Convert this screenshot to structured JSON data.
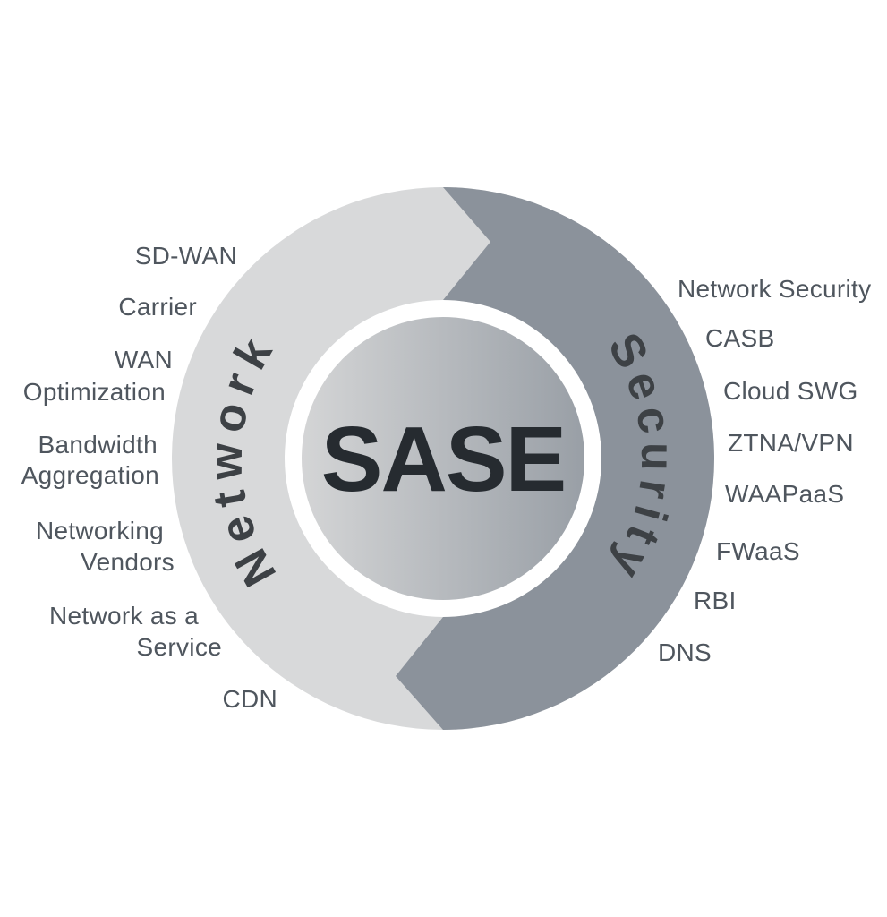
{
  "center": {
    "label": "SASE"
  },
  "ring": {
    "network_label": "Network",
    "security_label": "Security"
  },
  "network_items": [
    [
      "SD-WAN"
    ],
    [
      "Carrier"
    ],
    [
      "WAN",
      "Optimization"
    ],
    [
      "Bandwidth",
      "Aggregation"
    ],
    [
      "Networking",
      "Vendors"
    ],
    [
      "Network as a",
      "Service"
    ],
    [
      "CDN"
    ]
  ],
  "security_items": [
    "Network Security",
    "CASB",
    "Cloud SWG",
    "ZTNA/VPN",
    "WAAPaaS",
    "FWaaS",
    "RBI",
    "DNS"
  ],
  "colors": {
    "network_half": "#d8d9da",
    "security_half": "#8b929b",
    "center_gradient_start": "#d4d5d6",
    "center_gradient_end": "#999fa6",
    "sase_text": "#262b30",
    "arc_text": "#3d4145",
    "item_text": "#4f565e",
    "background": "#ffffff"
  }
}
